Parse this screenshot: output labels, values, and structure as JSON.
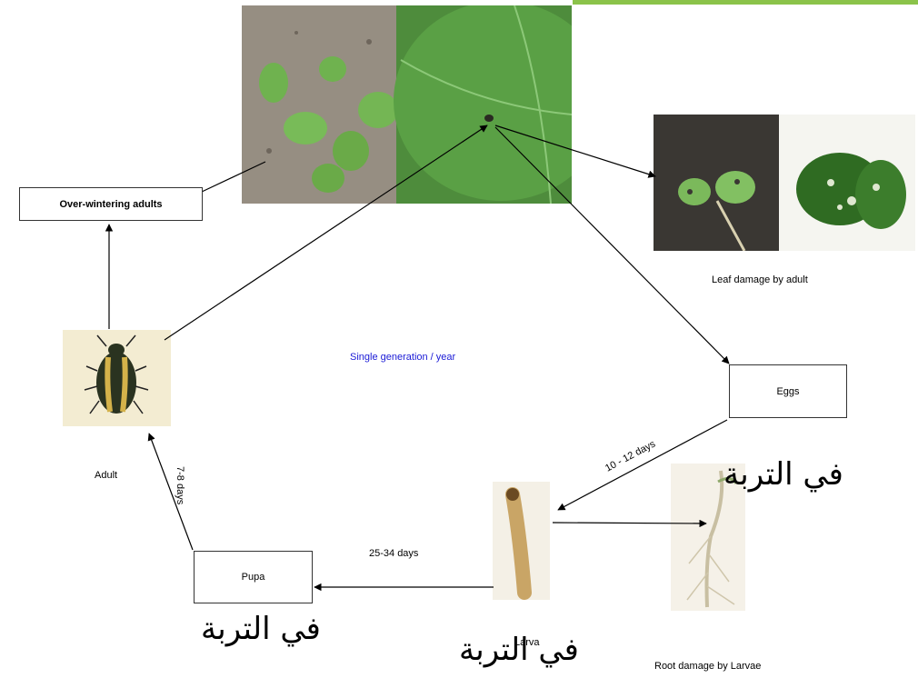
{
  "boxes": {
    "overwintering": "Over-wintering adults",
    "eggs": "Eggs",
    "pupa": "Pupa"
  },
  "labels": {
    "leaf_damage": "Leaf damage by adult",
    "single_generation": "Single generation / year",
    "adult": "Adult",
    "days_7_8": "7-8 days",
    "days_10_12": "10 - 12 days",
    "days_25_34": "25-34 days",
    "larva": "Larva",
    "root_damage": "Root damage by Larvae"
  },
  "arabic": {
    "in_soil_eggs": "في التربة",
    "in_soil_pupa": "في التربة",
    "in_soil_larva": "في التربة"
  },
  "colors": {
    "title_blue": "#1a1ad6",
    "soil": "#8b8378",
    "leaf": "#4f9a3a",
    "larva": "#c9a566",
    "beetle_dark": "#2a3320",
    "beetle_stripe": "#d4b24a",
    "accent_bar": "#8bc34a"
  }
}
